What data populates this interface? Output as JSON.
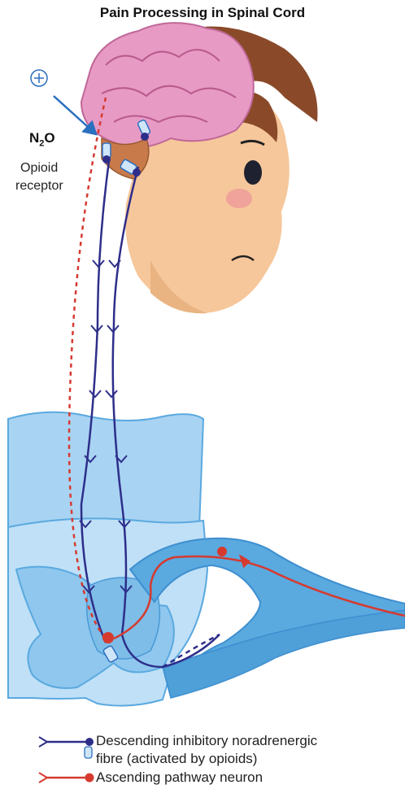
{
  "title": "Pain Processing in Spinal Cord",
  "labels": {
    "plus_symbol": "+",
    "n2o_main": "N",
    "n2o_sub": "2",
    "n2o_tail": "O",
    "opioid_line1": "Opioid",
    "opioid_line2": "receptor"
  },
  "legend": [
    {
      "line1": "Descending inhibitory noradrenergic",
      "line2": "fibre (activated by opioids)",
      "color": "#2e2e8a"
    },
    {
      "line1": "Ascending pathway neuron",
      "line2": "",
      "color": "#d63a2f"
    }
  ],
  "colors": {
    "descending": "#2e2e8a",
    "ascending": "#d63a2f",
    "cord_light": "#a9d3f2",
    "cord_mid": "#5aa9df",
    "nerve": "#3d8fd0",
    "brain": "#e79ac4",
    "skin": "#f6c79b",
    "hair": "#8a4a2a"
  }
}
